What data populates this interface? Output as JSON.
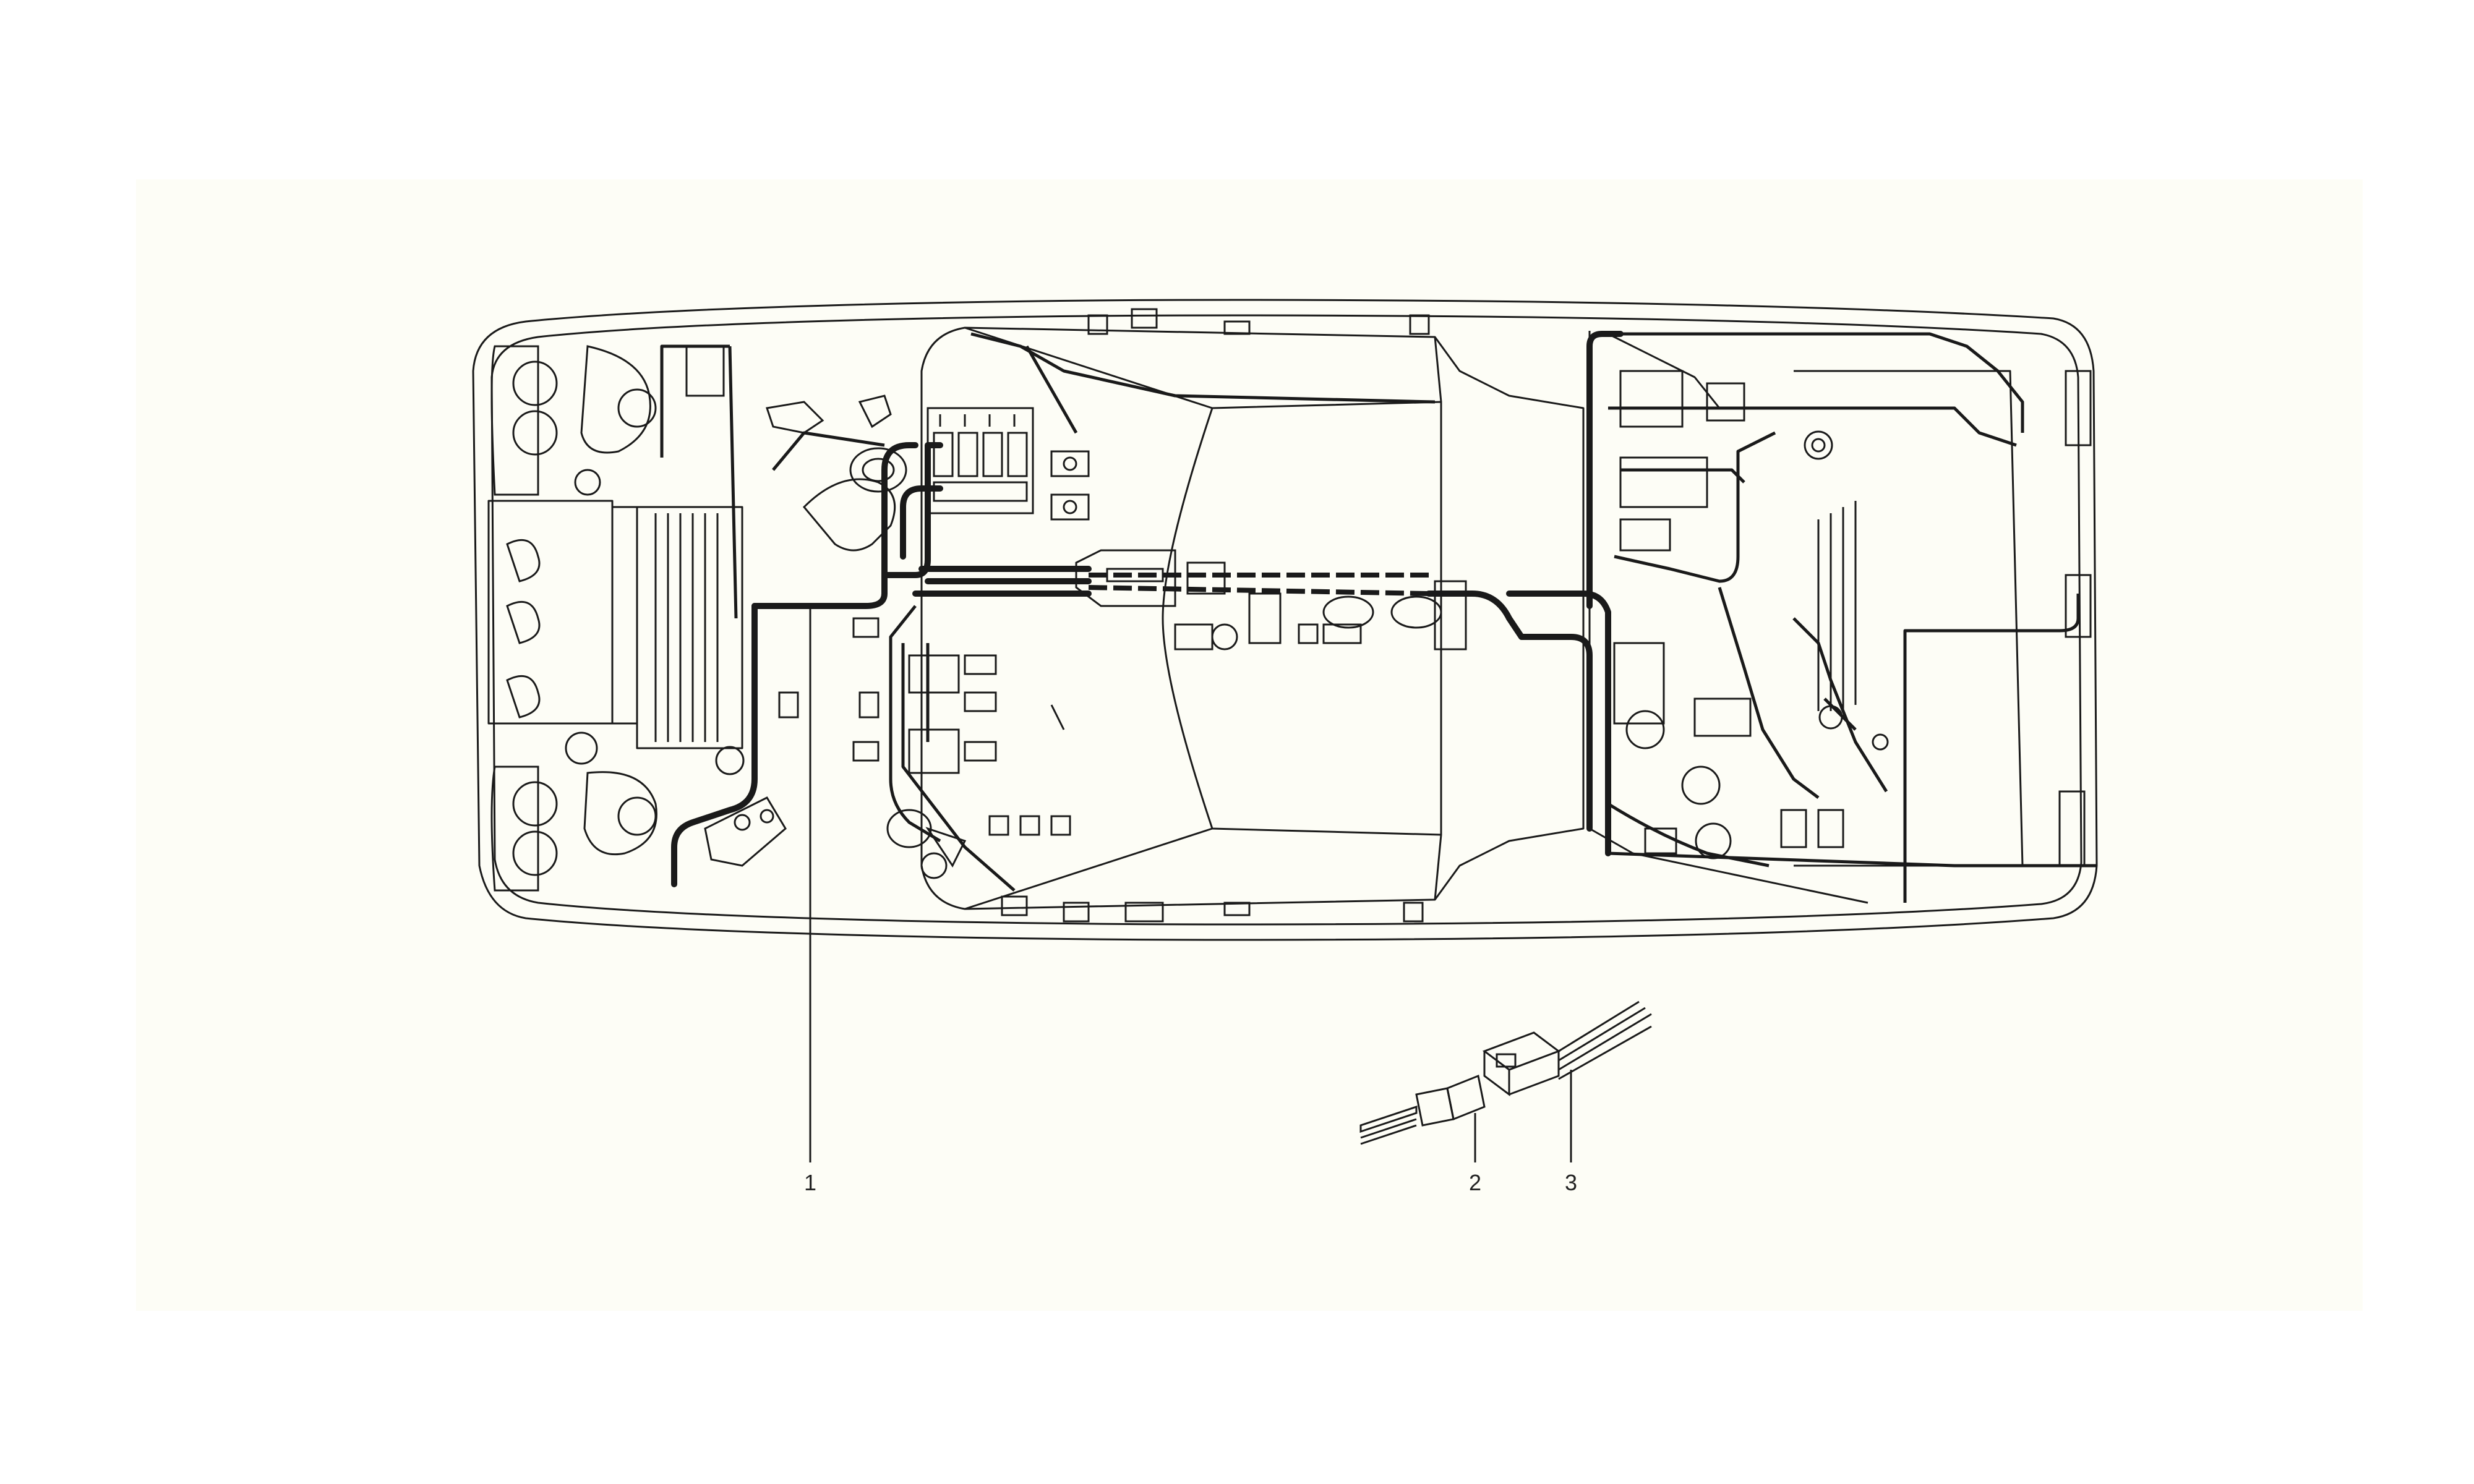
{
  "diagram": {
    "background_color": "#fdfdf6",
    "ink_color": "#1a1a1a",
    "callouts": [
      {
        "id": "1",
        "label": "1",
        "part": "main-wiring-harness"
      },
      {
        "id": "2",
        "label": "2",
        "part": "connector-plug-male"
      },
      {
        "id": "3",
        "label": "3",
        "part": "connector-plug-female"
      }
    ]
  }
}
